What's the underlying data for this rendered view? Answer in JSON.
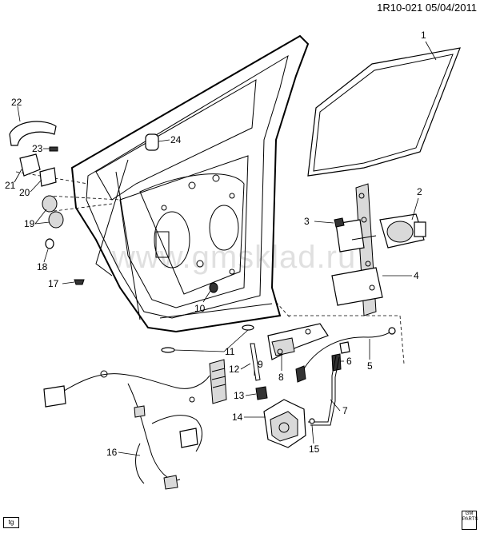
{
  "header": {
    "code": "1R10-021",
    "date": "05/04/2011"
  },
  "watermark": "www.gmsklad.ru",
  "footer": {
    "badge": "tg",
    "logo": "GM\nPARTS"
  },
  "callouts": [
    "1",
    "2",
    "3",
    "4",
    "5",
    "6",
    "7",
    "8",
    "9",
    "10",
    "11",
    "12",
    "13",
    "14",
    "15",
    "16",
    "17",
    "18",
    "19",
    "20",
    "21",
    "22",
    "23",
    "24"
  ],
  "components": {
    "glass": "door-glass",
    "motor": "window-motor",
    "regulator": "window-regulator",
    "cable": "outside-handle-cable",
    "lock_rod": "lock-rod",
    "latch": "door-latch",
    "harness": "wiring-harness",
    "handle": "outside-handle",
    "frame": "door-frame"
  }
}
